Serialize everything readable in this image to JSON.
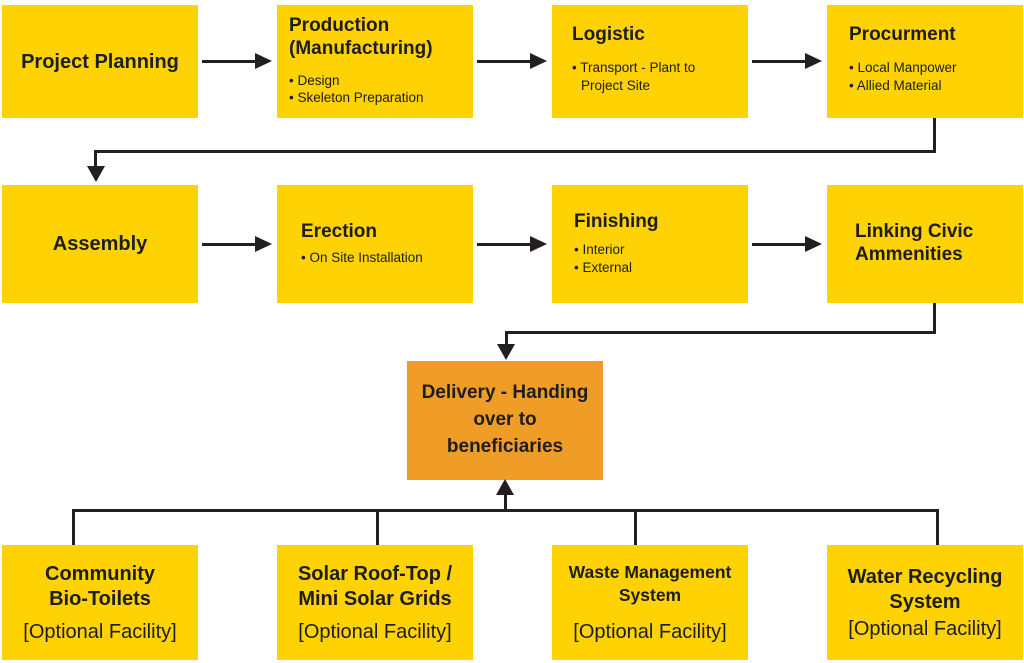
{
  "colors": {
    "box_yellow": "#FFD204",
    "box_orange": "#F09D28",
    "line": "#231F20",
    "text": "#1D1D1B",
    "background": "#FFFFFF"
  },
  "boxes": {
    "project_planning": {
      "title": "Project Planning"
    },
    "production": {
      "title_line1": "Production",
      "title_line2": "(Manufacturing)",
      "bullet1": "• Design",
      "bullet2": "• Skeleton Preparation"
    },
    "logistic": {
      "title": "Logistic",
      "bullet1": "• Transport - Plant to",
      "bullet1_wrap": "Project Site"
    },
    "procurment": {
      "title": "Procurment",
      "bullet1": "• Local Manpower",
      "bullet2": "• Allied Material"
    },
    "assembly": {
      "title": "Assembly"
    },
    "erection": {
      "title": "Erection",
      "bullet1": "• On Site Installation"
    },
    "finishing": {
      "title": "Finishing",
      "bullet1": "• Interior",
      "bullet2": "• External"
    },
    "linking_civic": {
      "title_line1": "Linking Civic",
      "title_line2": "Ammenities"
    },
    "delivery": {
      "title_line1": "Delivery - Handing",
      "title_line2": "over to",
      "title_line3": "beneficiaries"
    },
    "community_bio_toilets": {
      "title_line1": "Community",
      "title_line2": "Bio-Toilets",
      "note": "[Optional Facility]"
    },
    "solar_roof_top": {
      "title_line1": "Solar Roof-Top /",
      "title_line2": "Mini Solar Grids",
      "note": "[Optional Facility]"
    },
    "waste_management": {
      "title_line1": "Waste Management",
      "title_line2": "System",
      "note": "[Optional Facility]"
    },
    "water_recycling": {
      "title_line1": "Water Recycling",
      "title_line2": "System",
      "note": "[Optional Facility]"
    }
  }
}
